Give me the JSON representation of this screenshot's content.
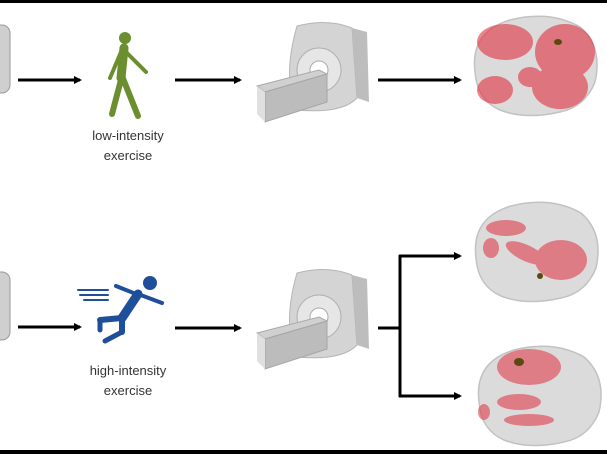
{
  "rows": [
    {
      "exercise_label_line1": "low-intensity",
      "exercise_label_line2": "exercise",
      "icon": "walking-person-icon",
      "color": "#6b8e2f"
    },
    {
      "exercise_label_line1": "high-intensity",
      "exercise_label_line2": "exercise",
      "icon": "running-person-icon",
      "color": "#1f4f9a"
    }
  ],
  "colors": {
    "activation": "#e0303f",
    "brain": "#d9d9d9",
    "scanner": "#c8c8c8",
    "arrow": "#000000"
  }
}
